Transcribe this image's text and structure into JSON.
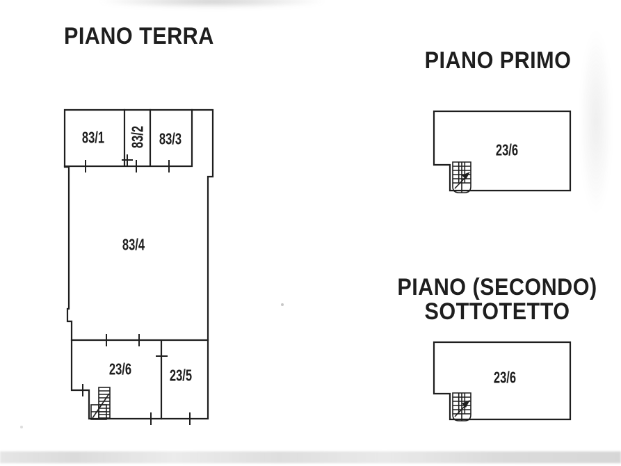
{
  "colors": {
    "ink": "#1e1e1e",
    "paper": "#ffffff"
  },
  "floors": {
    "ground": {
      "title": "PIANO TERRA",
      "rooms": [
        {
          "label": "83/1"
        },
        {
          "label": "83/2"
        },
        {
          "label": "83/3"
        },
        {
          "label": "83/4"
        },
        {
          "label": "23/6"
        },
        {
          "label": "23/5"
        }
      ]
    },
    "first": {
      "title": "PIANO PRIMO",
      "rooms": [
        {
          "label": "23/6"
        }
      ]
    },
    "second": {
      "title_line1": "PIANO (SECONDO)",
      "title_line2": "SOTTOTETTO",
      "rooms": [
        {
          "label": "23/6"
        }
      ]
    }
  }
}
